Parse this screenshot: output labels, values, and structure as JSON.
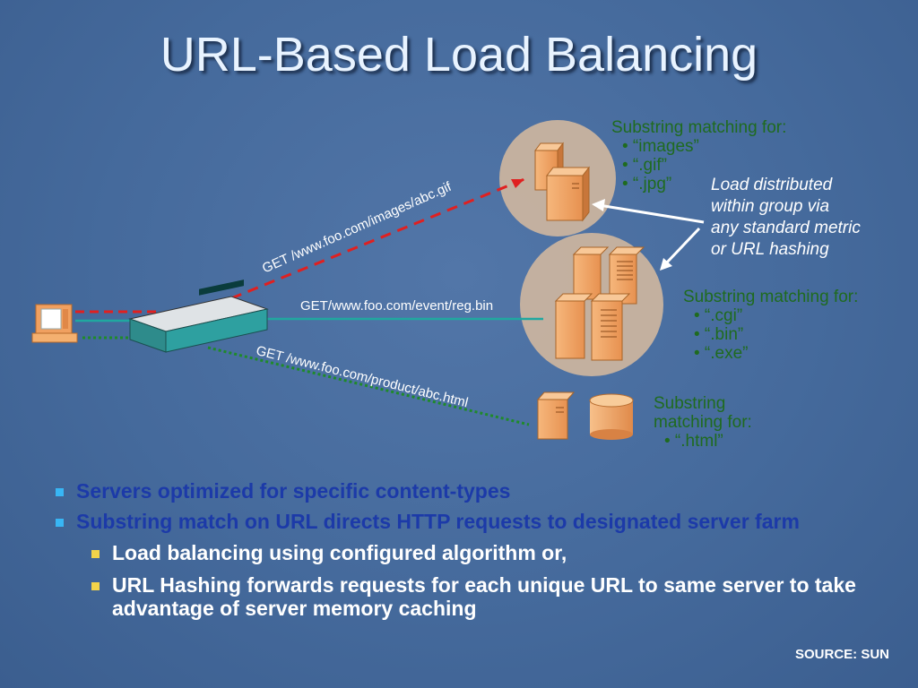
{
  "title": "URL-Based Load Balancing",
  "requests": {
    "images": "GET /www.foo.com/images/abc.gif",
    "event": "GET/www.foo.com/event/reg.bin",
    "product": "GET /www.foo.com/product/abc.html"
  },
  "groups": {
    "top": {
      "heading": "Substring matching for:",
      "items": [
        "• “images”",
        "• “.gif”",
        "• “.jpg”"
      ]
    },
    "middle": {
      "heading": "Substring matching for:",
      "items": [
        "• “.cgi”",
        "• “.bin”",
        "• “.exe”"
      ]
    },
    "bottom": {
      "heading_line1": "Substring",
      "heading_line2": "matching for:",
      "items": [
        "• “.html”"
      ]
    }
  },
  "note": [
    "Load distributed",
    "within group via",
    "any standard metric",
    "or URL hashing"
  ],
  "bullets": [
    "Servers optimized for specific content-types",
    "Substring match on URL directs HTTP requests to designated server farm"
  ],
  "sub_bullets": [
    "Load balancing using configured algorithm or,",
    "URL Hashing forwards requests for each unique URL to same server to take advantage of server memory caching"
  ],
  "source": "SOURCE: SUN",
  "colors": {
    "background": "#456a9c",
    "title": "#e8f3ff",
    "bullet_text": "#1c3aa8",
    "green_text": "#1f6b1f",
    "red_line": "#e02020",
    "teal_line": "#20a8a0",
    "green_line": "#1f8a2a"
  }
}
